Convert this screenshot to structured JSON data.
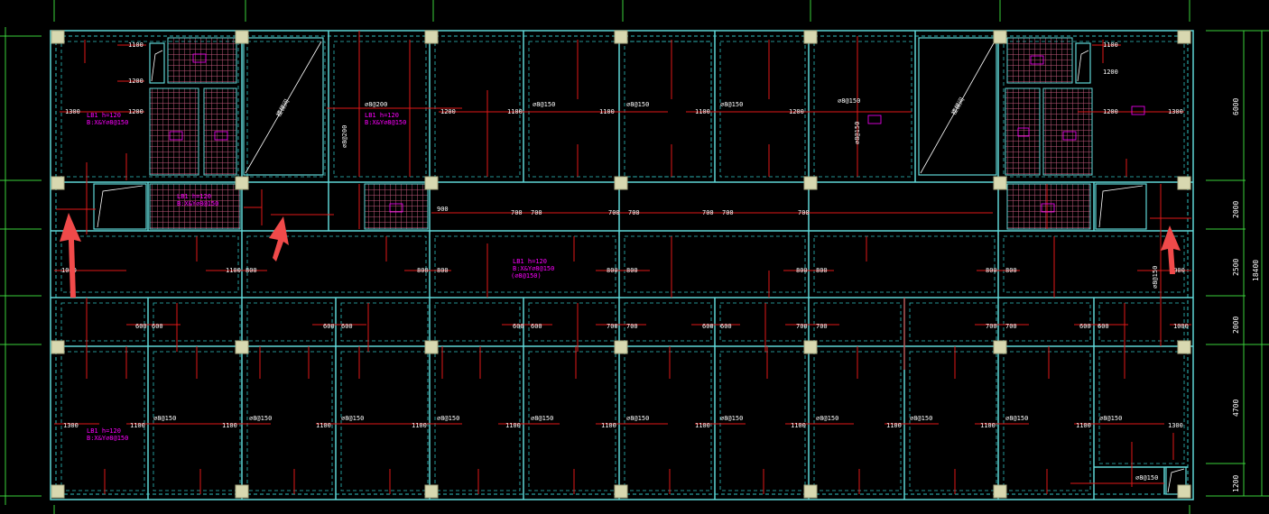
{
  "colors": {
    "background": "#000000",
    "wall": "#5fd6d6",
    "dashed": "#2fbfbf",
    "rebar": "#e01818",
    "column": "#d8d8b0",
    "grid": "#3ad13a",
    "label": "#ff00ff",
    "text": "#ffffff",
    "arrow": "#f04a4a",
    "hatch": "#c0587a"
  },
  "right_dimensions": [
    {
      "value": "6000"
    },
    {
      "value": "2000"
    },
    {
      "value": "2500"
    },
    {
      "value": "2000"
    },
    {
      "value": "4700"
    },
    {
      "value": "1200"
    }
  ],
  "total_dimension": "18400",
  "rebar_labels": {
    "slab_spec": "LB1 h=120",
    "slab_rebar": "B:X&Y⌀8@150",
    "center_spec": "LB1 h=120",
    "center_rebar_1": "B:X&Y⌀8@150",
    "center_rebar_2": "(⌀8@150)",
    "bar_850": "⌀8@150",
    "bar_8200": "⌀8@200",
    "len_1100": "1100",
    "len_1200": "1200",
    "len_1300": "1300",
    "len_800": "800",
    "len_700": "700",
    "len_600": "600",
    "len_900": "900",
    "len_1000": "1000"
  },
  "stair_label": "楼梯间"
}
